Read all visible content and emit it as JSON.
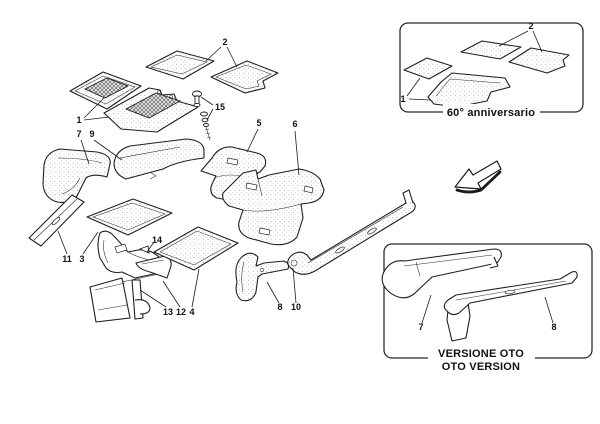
{
  "colors": {
    "background": "#ffffff",
    "line": "#1f1f1f",
    "texture_dot": "#8f8f8f",
    "insert_hatch": "#4d4d4d",
    "box_border": "#2b2b2b",
    "label": "#111111"
  },
  "main_callouts": {
    "c1": "1",
    "c2": "2",
    "c3": "3",
    "c4": "4",
    "c5": "5",
    "c6": "6",
    "c7": "7",
    "c8": "8",
    "c9": "9",
    "c10": "10",
    "c11": "11",
    "c12": "12",
    "c13": "13",
    "c14": "14",
    "c15": "15"
  },
  "inset_anniversario": {
    "caption": "60° anniversario",
    "callout_1": "1",
    "callout_2": "2"
  },
  "inset_oto": {
    "caption_line1": "VERSIONE OTO",
    "caption_line2": "OTO VERSION",
    "callout_7": "7",
    "callout_8": "8"
  },
  "icons": {
    "direction_arrow": "down-left-direction-arrow"
  }
}
